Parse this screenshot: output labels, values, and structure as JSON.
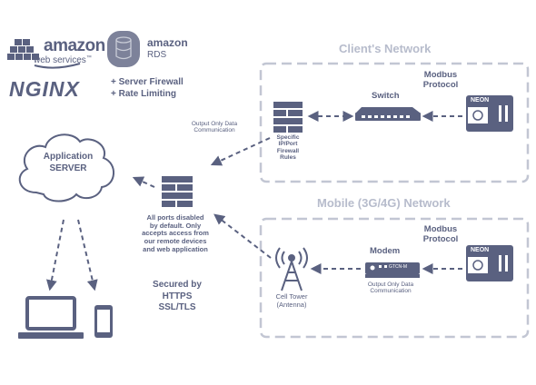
{
  "branding": {
    "aws_line1": "amazon",
    "aws_line2": "web services",
    "aws_tm": "™",
    "rds_line1": "amazon",
    "rds_line2": "RDS",
    "nginx_name": "NGINX",
    "nginx_features": [
      "+ Server Firewall",
      "+ Rate Limiting"
    ]
  },
  "server": {
    "label_line1": "Application",
    "label_line2": "SERVER"
  },
  "firewall_center": {
    "description_lines": [
      "All ports disabled",
      "by default. Only",
      "accepts access from",
      "our remote devices",
      "and web application"
    ]
  },
  "secured": {
    "lines": [
      "Secured by",
      "HTTPS",
      "SSL/TLS"
    ]
  },
  "client_network": {
    "title": "Client's Network",
    "output_comm_lines": [
      "Output Only Data",
      "Communication"
    ],
    "firewall_rules_lines": [
      "Specific",
      "IP/Port",
      "Firewall",
      "Rules"
    ],
    "switch_label": "Switch",
    "protocol_lines": [
      "Modbus",
      "Protocol"
    ],
    "device_label": "NEON"
  },
  "mobile_network": {
    "title": "Mobile (3G/4G) Network",
    "modem_label": "Modem",
    "modem_model": "GTCN-M",
    "output_comm_lines": [
      "Output Only Data",
      "Communication"
    ],
    "tower_lines": [
      "Cell Tower",
      "(Antenna)"
    ],
    "protocol_lines": [
      "Modbus",
      "Protocol"
    ],
    "device_label": "NEON"
  },
  "colors": {
    "primary": "#5a6180",
    "dashed_border": "#c2c6d3",
    "title_gray": "#b7bccc"
  },
  "icons": [
    "aws-logo-icon",
    "rds-icon",
    "nginx-logo-icon",
    "cloud-icon",
    "firewall-icon",
    "switch-icon",
    "neon-device-icon",
    "modem-icon",
    "cell-tower-icon",
    "laptop-icon",
    "mobile-phone-icon"
  ]
}
